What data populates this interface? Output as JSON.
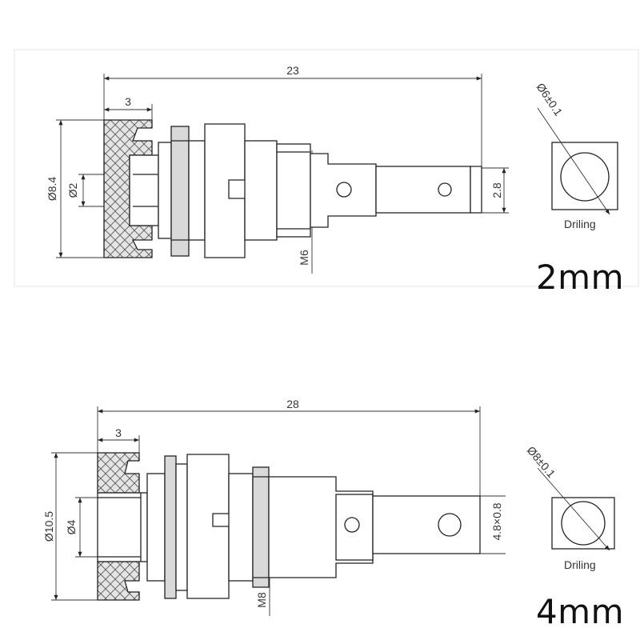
{
  "drawings": [
    {
      "size_label": "2mm",
      "overall_length": "23",
      "head_width": "3",
      "outer_diameter": "Ø8.4",
      "bore_diameter": "Ø2",
      "thread": "M6",
      "tab_width": "2.8",
      "drilling_diameter": "Ø6±0.1",
      "drilling_label": "Driling"
    },
    {
      "size_label": "4mm",
      "overall_length": "28",
      "head_width": "3",
      "outer_diameter": "Ø10.5",
      "bore_diameter": "Ø4",
      "thread": "M8",
      "tab_width": "4.8×0.8",
      "drilling_diameter": "Ø8±0.1",
      "drilling_label": "Driling"
    }
  ]
}
